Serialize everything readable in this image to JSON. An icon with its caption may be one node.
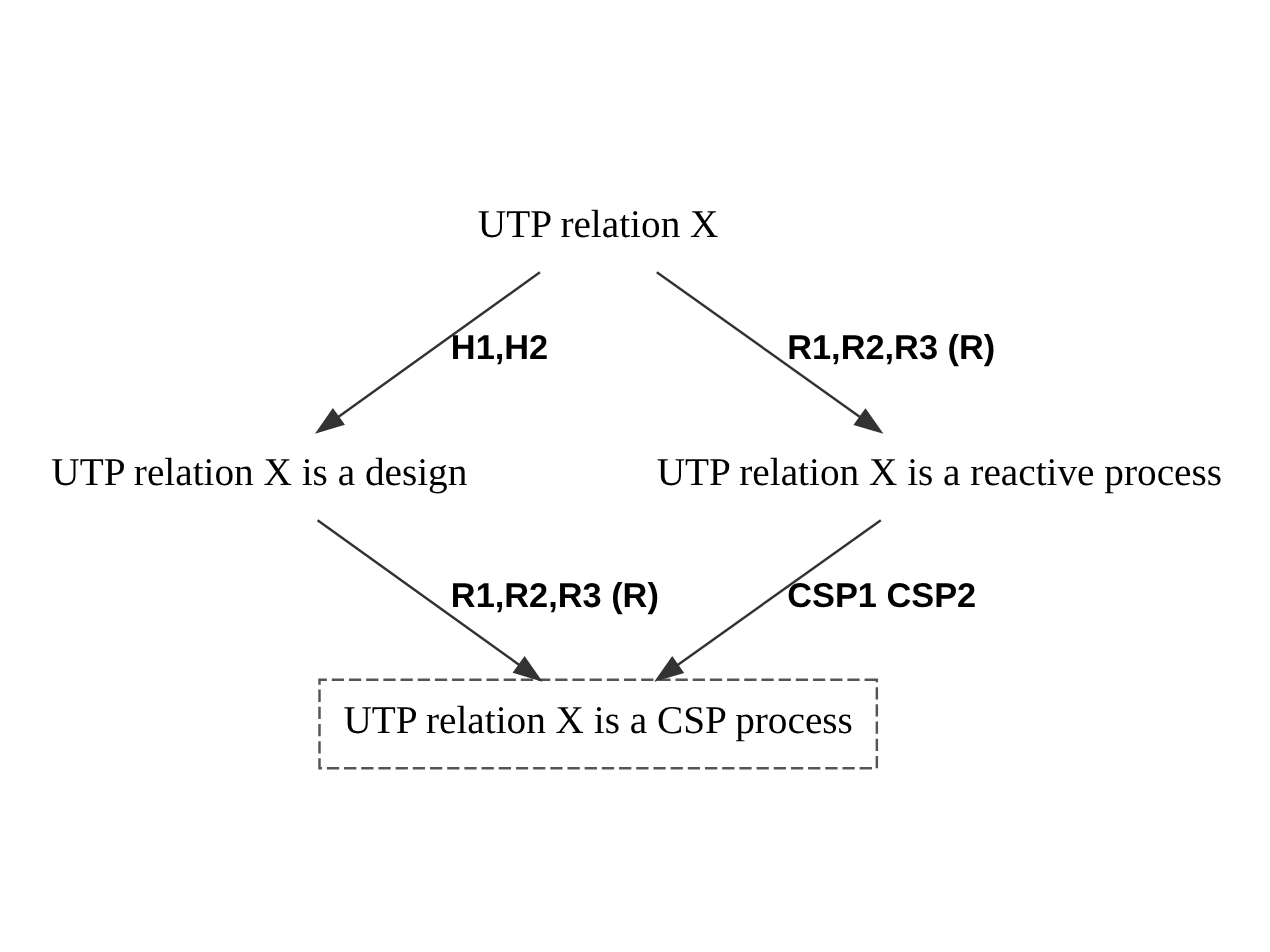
{
  "diagram": {
    "nodes": [
      {
        "text": [
          "UTP relation X"
        ]
      },
      {
        "text": [
          "UTP relation X is a design"
        ]
      },
      {
        "text": [
          "UTP relation X is a reactive process"
        ]
      },
      {
        "text": [
          "UTP relation X is a CSP process"
        ]
      }
    ],
    "edges": [
      {
        "from": 0,
        "to": 1,
        "arrow": "to",
        "label": "H1,H2"
      },
      {
        "from": 0,
        "to": 2,
        "arrow": "to",
        "label": "R1,R2,R3 (R)"
      },
      {
        "from": 1,
        "to": 3,
        "arrow": "to",
        "label": "R1,R2,R3 (R)"
      },
      {
        "from": 2,
        "to": 3,
        "arrow": "to",
        "label": "CSP1 CSP2"
      }
    ]
  }
}
